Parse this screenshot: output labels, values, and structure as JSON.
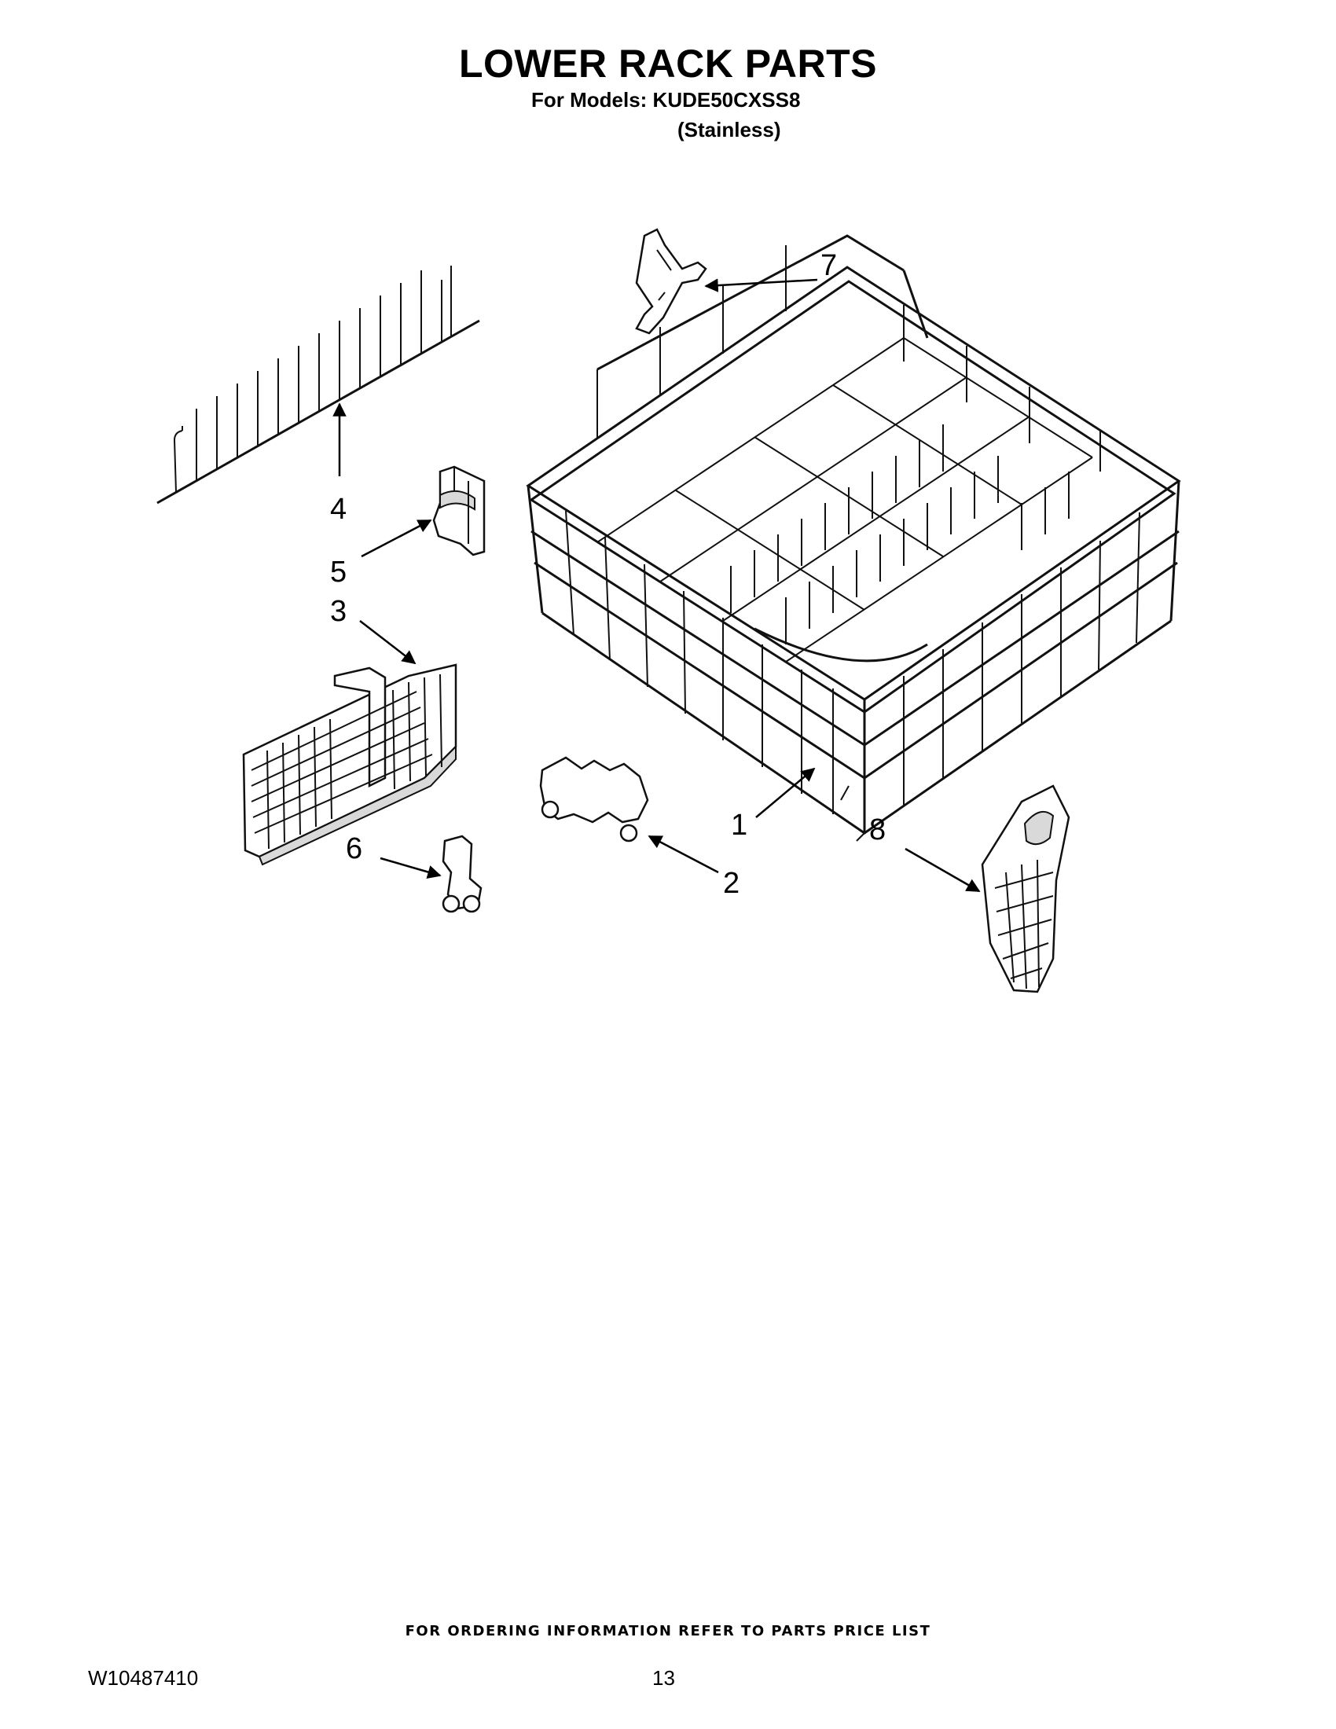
{
  "header": {
    "title": "LOWER RACK PARTS",
    "models_line": "For Models: KUDE50CXSS8",
    "variant": "(Stainless)"
  },
  "callouts": [
    "1",
    "2",
    "3",
    "4",
    "5",
    "6",
    "7",
    "8"
  ],
  "footer": {
    "ordering_note": "FOR ORDERING INFORMATION REFER TO PARTS PRICE LIST",
    "document_number": "W10487410",
    "page_number": "13"
  }
}
